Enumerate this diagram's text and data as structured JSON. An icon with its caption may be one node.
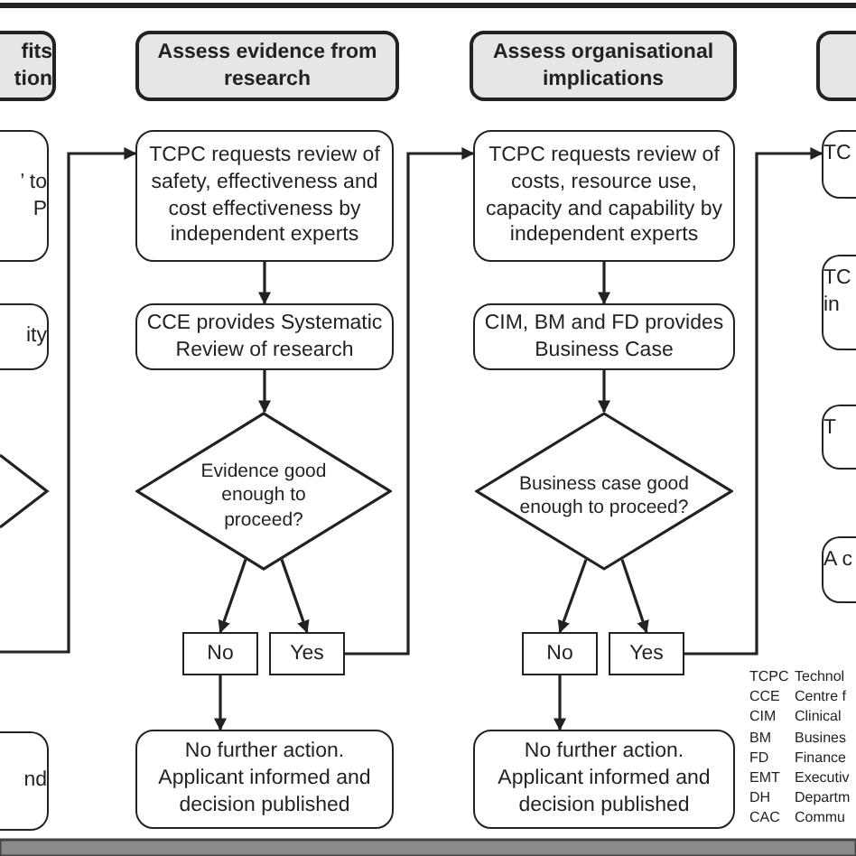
{
  "diagram": {
    "nodes": [
      {
        "text": [
          "fits tion"
        ]
      },
      {
        "text": [
          "’ to P"
        ]
      },
      {
        "text": [
          "ity"
        ]
      },
      {
        "text": [],
        "shape": "diamond"
      },
      {
        "text": [
          "nd"
        ]
      },
      {
        "text": [
          "Assess evidence from research"
        ]
      },
      {
        "text": [
          "TCPC requests review of safety, effectiveness and cost effectiveness by independent experts"
        ]
      },
      {
        "text": [
          "CCE provides Systematic Review of research"
        ]
      },
      {
        "text": [
          "Evidence good enough to proceed?"
        ]
      },
      {
        "text": [
          "No"
        ]
      },
      {
        "text": [
          "Yes"
        ]
      },
      {
        "text": [
          "No further action. Applicant informed and decision published"
        ]
      },
      {
        "text": [
          "Assess organisational implications"
        ]
      },
      {
        "text": [
          "TCPC requests review of costs, resource use, capacity and capability by independent experts"
        ]
      },
      {
        "text": [
          "CIM, BM and FD provides Business Case"
        ]
      },
      {
        "text": [
          "Business case good enough to proceed?"
        ]
      },
      {
        "text": [
          "No"
        ]
      },
      {
        "text": [
          "Yes"
        ]
      },
      {
        "text": [
          "No further action. Applicant informed and decision published"
        ]
      },
      {
        "text": [],
        "shape": "box"
      },
      {
        "text": [
          "TC"
        ]
      },
      {
        "text": [
          "TC in"
        ]
      },
      {
        "text": [
          "T"
        ]
      },
      {
        "text": [
          "A c"
        ]
      }
    ],
    "edges": [
      {
        "from": null,
        "to": 6,
        "arrow": "to"
      },
      {
        "from": 6,
        "to": 7,
        "arrow": "to"
      },
      {
        "from": 7,
        "to": 8,
        "arrow": "to"
      },
      {
        "from": 8,
        "to": 9,
        "arrow": "to"
      },
      {
        "from": 8,
        "to": 10,
        "arrow": "to"
      },
      {
        "from": 9,
        "to": 11,
        "arrow": "to"
      },
      {
        "from": 10,
        "to": 13,
        "arrow": "to"
      },
      {
        "from": 13,
        "to": 14,
        "arrow": "to"
      },
      {
        "from": 14,
        "to": 15,
        "arrow": "to"
      },
      {
        "from": 15,
        "to": 16,
        "arrow": "to"
      },
      {
        "from": 15,
        "to": 17,
        "arrow": "to"
      },
      {
        "from": 16,
        "to": 18,
        "arrow": "to"
      },
      {
        "from": 17,
        "to": 20,
        "arrow": "to"
      }
    ],
    "labels": [
      "TCPC",
      "Technol",
      "CCE",
      "Centre f",
      "CIM",
      "Clinical",
      "BM",
      "Busines",
      "FD",
      "Finance",
      "EMT",
      "Executiv",
      "DH",
      "Departm",
      "CAC",
      "Commu"
    ]
  }
}
